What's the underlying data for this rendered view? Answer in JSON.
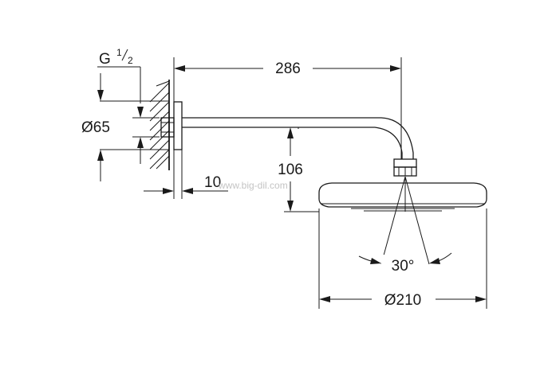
{
  "labels": {
    "thread_main": "G",
    "thread_num": "1",
    "thread_den": "2",
    "flange_dia": "Ø65",
    "arm_length": "286",
    "drop_height": "106",
    "wall_offset": "10",
    "spray_angle": "30°",
    "head_dia": "Ø210"
  },
  "watermark": "www.big-dil.com"
}
